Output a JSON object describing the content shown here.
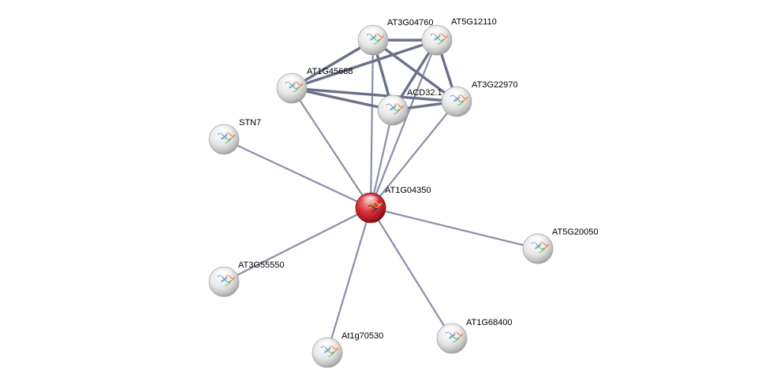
{
  "colors": {
    "background": "#ffffff",
    "edge": "#8a8fa8",
    "edge_strong": "#6b7189",
    "node_default": "#e9e9e9",
    "node_query": "#d2343a",
    "label": "#000000"
  },
  "nodes": [
    {
      "id": "AT1G04350",
      "label": "AT1G04350",
      "query": true
    },
    {
      "id": "AT3G04760",
      "label": "AT3G04760"
    },
    {
      "id": "AT5G12110",
      "label": "AT5G12110"
    },
    {
      "id": "AT1G45688",
      "label": "AT1G45688"
    },
    {
      "id": "ACD32.1",
      "label": "ACD32.1"
    },
    {
      "id": "AT3G22970",
      "label": "AT3G22970"
    },
    {
      "id": "STN7",
      "label": "STN7"
    },
    {
      "id": "AT5G20050",
      "label": "AT5G20050"
    },
    {
      "id": "AT3G55550",
      "label": "AT3G55550"
    },
    {
      "id": "At1g70530",
      "label": "At1g70530"
    },
    {
      "id": "AT1G68400",
      "label": "AT1G68400"
    }
  ],
  "edges": [
    {
      "source": "AT1G04350",
      "target": "AT3G04760",
      "weight": 1
    },
    {
      "source": "AT1G04350",
      "target": "AT5G12110",
      "weight": 1
    },
    {
      "source": "AT1G04350",
      "target": "AT1G45688",
      "weight": 1
    },
    {
      "source": "AT1G04350",
      "target": "ACD32.1",
      "weight": 1
    },
    {
      "source": "AT1G04350",
      "target": "AT3G22970",
      "weight": 1
    },
    {
      "source": "AT1G04350",
      "target": "STN7",
      "weight": 1
    },
    {
      "source": "AT1G04350",
      "target": "AT5G20050",
      "weight": 1
    },
    {
      "source": "AT1G04350",
      "target": "AT3G55550",
      "weight": 1
    },
    {
      "source": "AT1G04350",
      "target": "At1g70530",
      "weight": 1
    },
    {
      "source": "AT1G04350",
      "target": "AT1G68400",
      "weight": 1
    },
    {
      "source": "AT3G04760",
      "target": "AT5G12110",
      "weight": 3
    },
    {
      "source": "AT3G04760",
      "target": "AT1G45688",
      "weight": 3
    },
    {
      "source": "AT3G04760",
      "target": "ACD32.1",
      "weight": 3
    },
    {
      "source": "AT3G04760",
      "target": "AT3G22970",
      "weight": 3
    },
    {
      "source": "AT5G12110",
      "target": "AT1G45688",
      "weight": 3
    },
    {
      "source": "AT5G12110",
      "target": "ACD32.1",
      "weight": 3
    },
    {
      "source": "AT5G12110",
      "target": "AT3G22970",
      "weight": 3
    },
    {
      "source": "AT1G45688",
      "target": "ACD32.1",
      "weight": 3
    },
    {
      "source": "AT1G45688",
      "target": "AT3G22970",
      "weight": 3
    },
    {
      "source": "ACD32.1",
      "target": "AT3G22970",
      "weight": 3
    }
  ]
}
